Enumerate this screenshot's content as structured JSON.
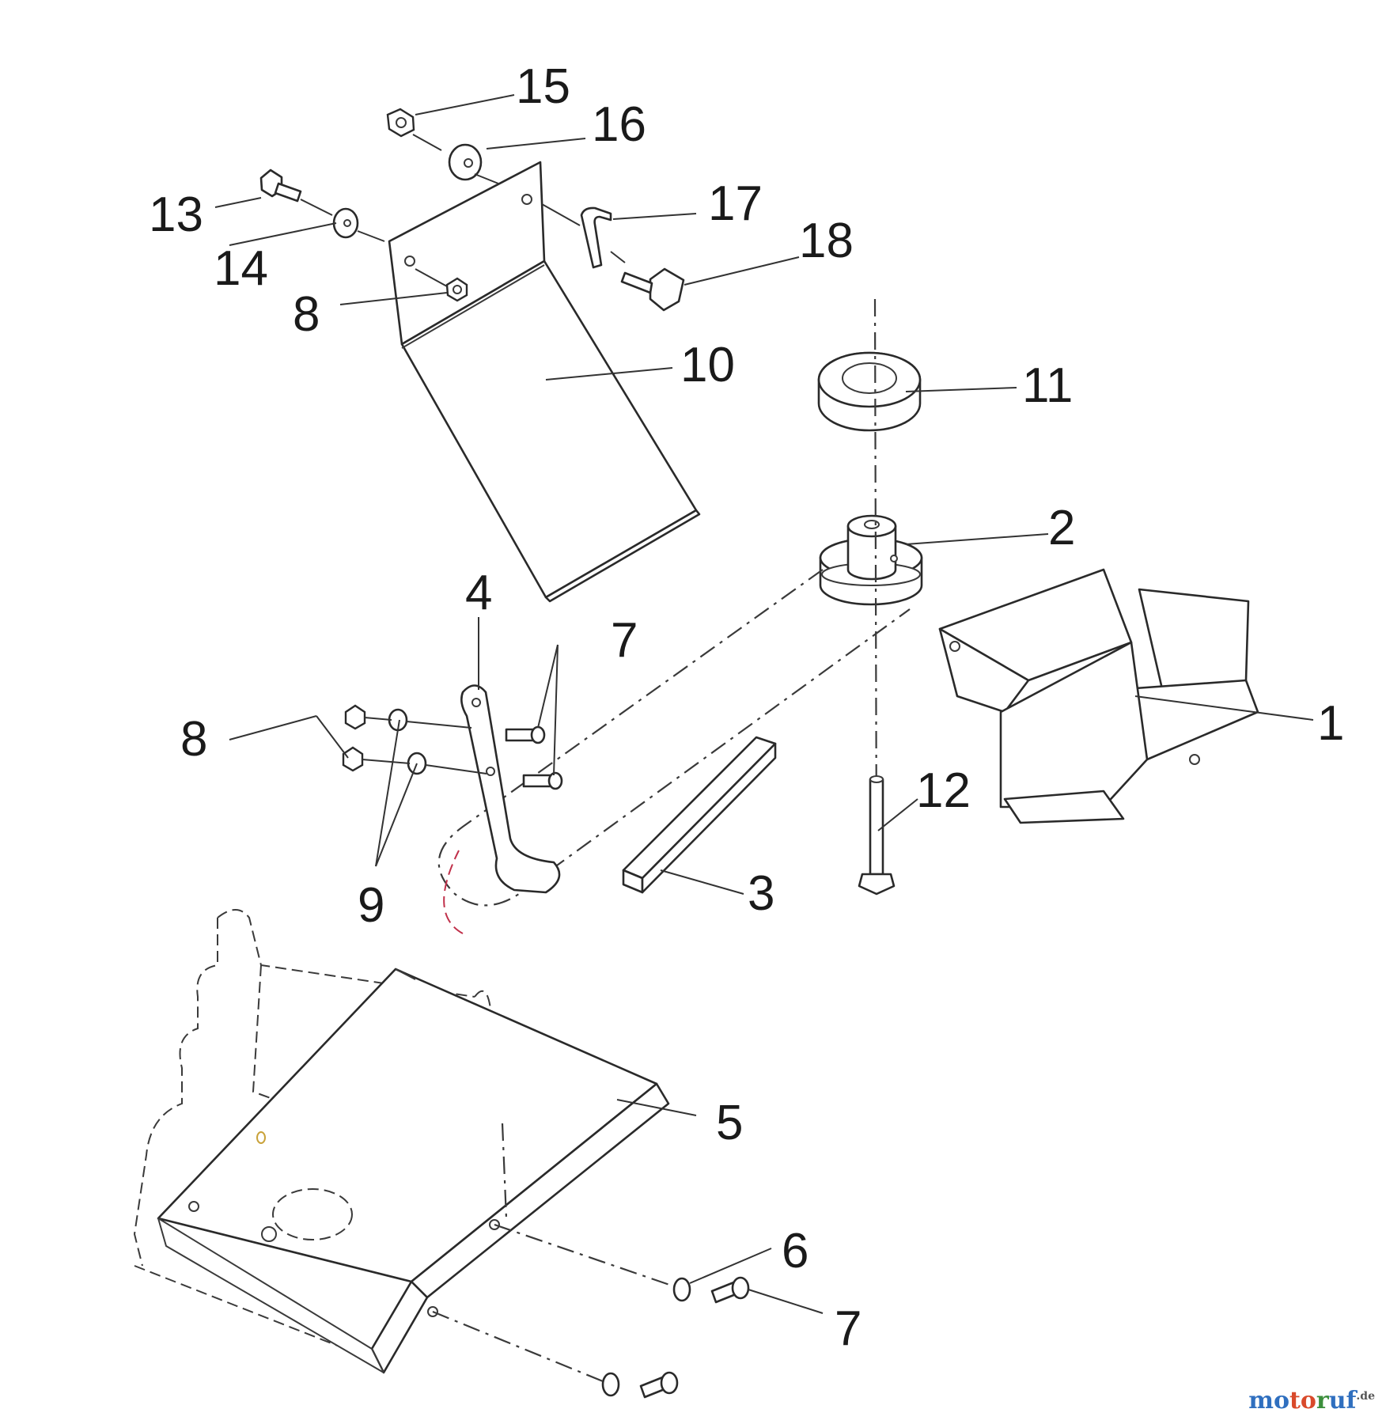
{
  "callouts": {
    "c1": "1",
    "c2": "2",
    "c3": "3",
    "c4": "4",
    "c5": "5",
    "c6": "6",
    "c7a": "7",
    "c7b": "7",
    "c8a": "8",
    "c8b": "8",
    "c9": "9",
    "c10": "10",
    "c11": "11",
    "c12": "12",
    "c13": "13",
    "c14": "14",
    "c15": "15",
    "c16": "16",
    "c17": "17",
    "c18": "18"
  },
  "watermark": {
    "part1": "mo",
    "part2": "to",
    "part3": "r",
    "part4": "uf",
    "suffix": ".de"
  }
}
